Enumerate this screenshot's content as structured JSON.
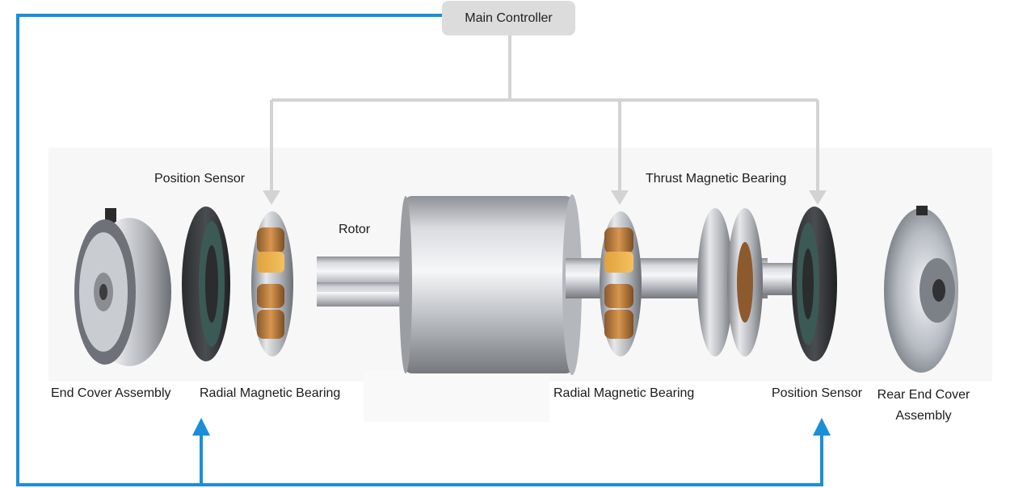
{
  "controller": {
    "label": "Main Controller"
  },
  "labels": {
    "position_sensor_left": "Position Sensor",
    "thrust_bearing": "Thrust Magnetic Bearing",
    "rotor": "Rotor",
    "end_cover": "End Cover Assembly",
    "radial_bearing_left": "Radial Magnetic Bearing",
    "radial_bearing_right": "Radial Magnetic Bearing",
    "position_sensor_right": "Position Sensor",
    "rear_end_cover_line1": "Rear End Cover",
    "rear_end_cover_line2": "Assembly"
  },
  "colors": {
    "control_lines": "#d3d3d3",
    "feedback_lines": "#1a8fd8",
    "controller_box": "#dcdcdc"
  }
}
